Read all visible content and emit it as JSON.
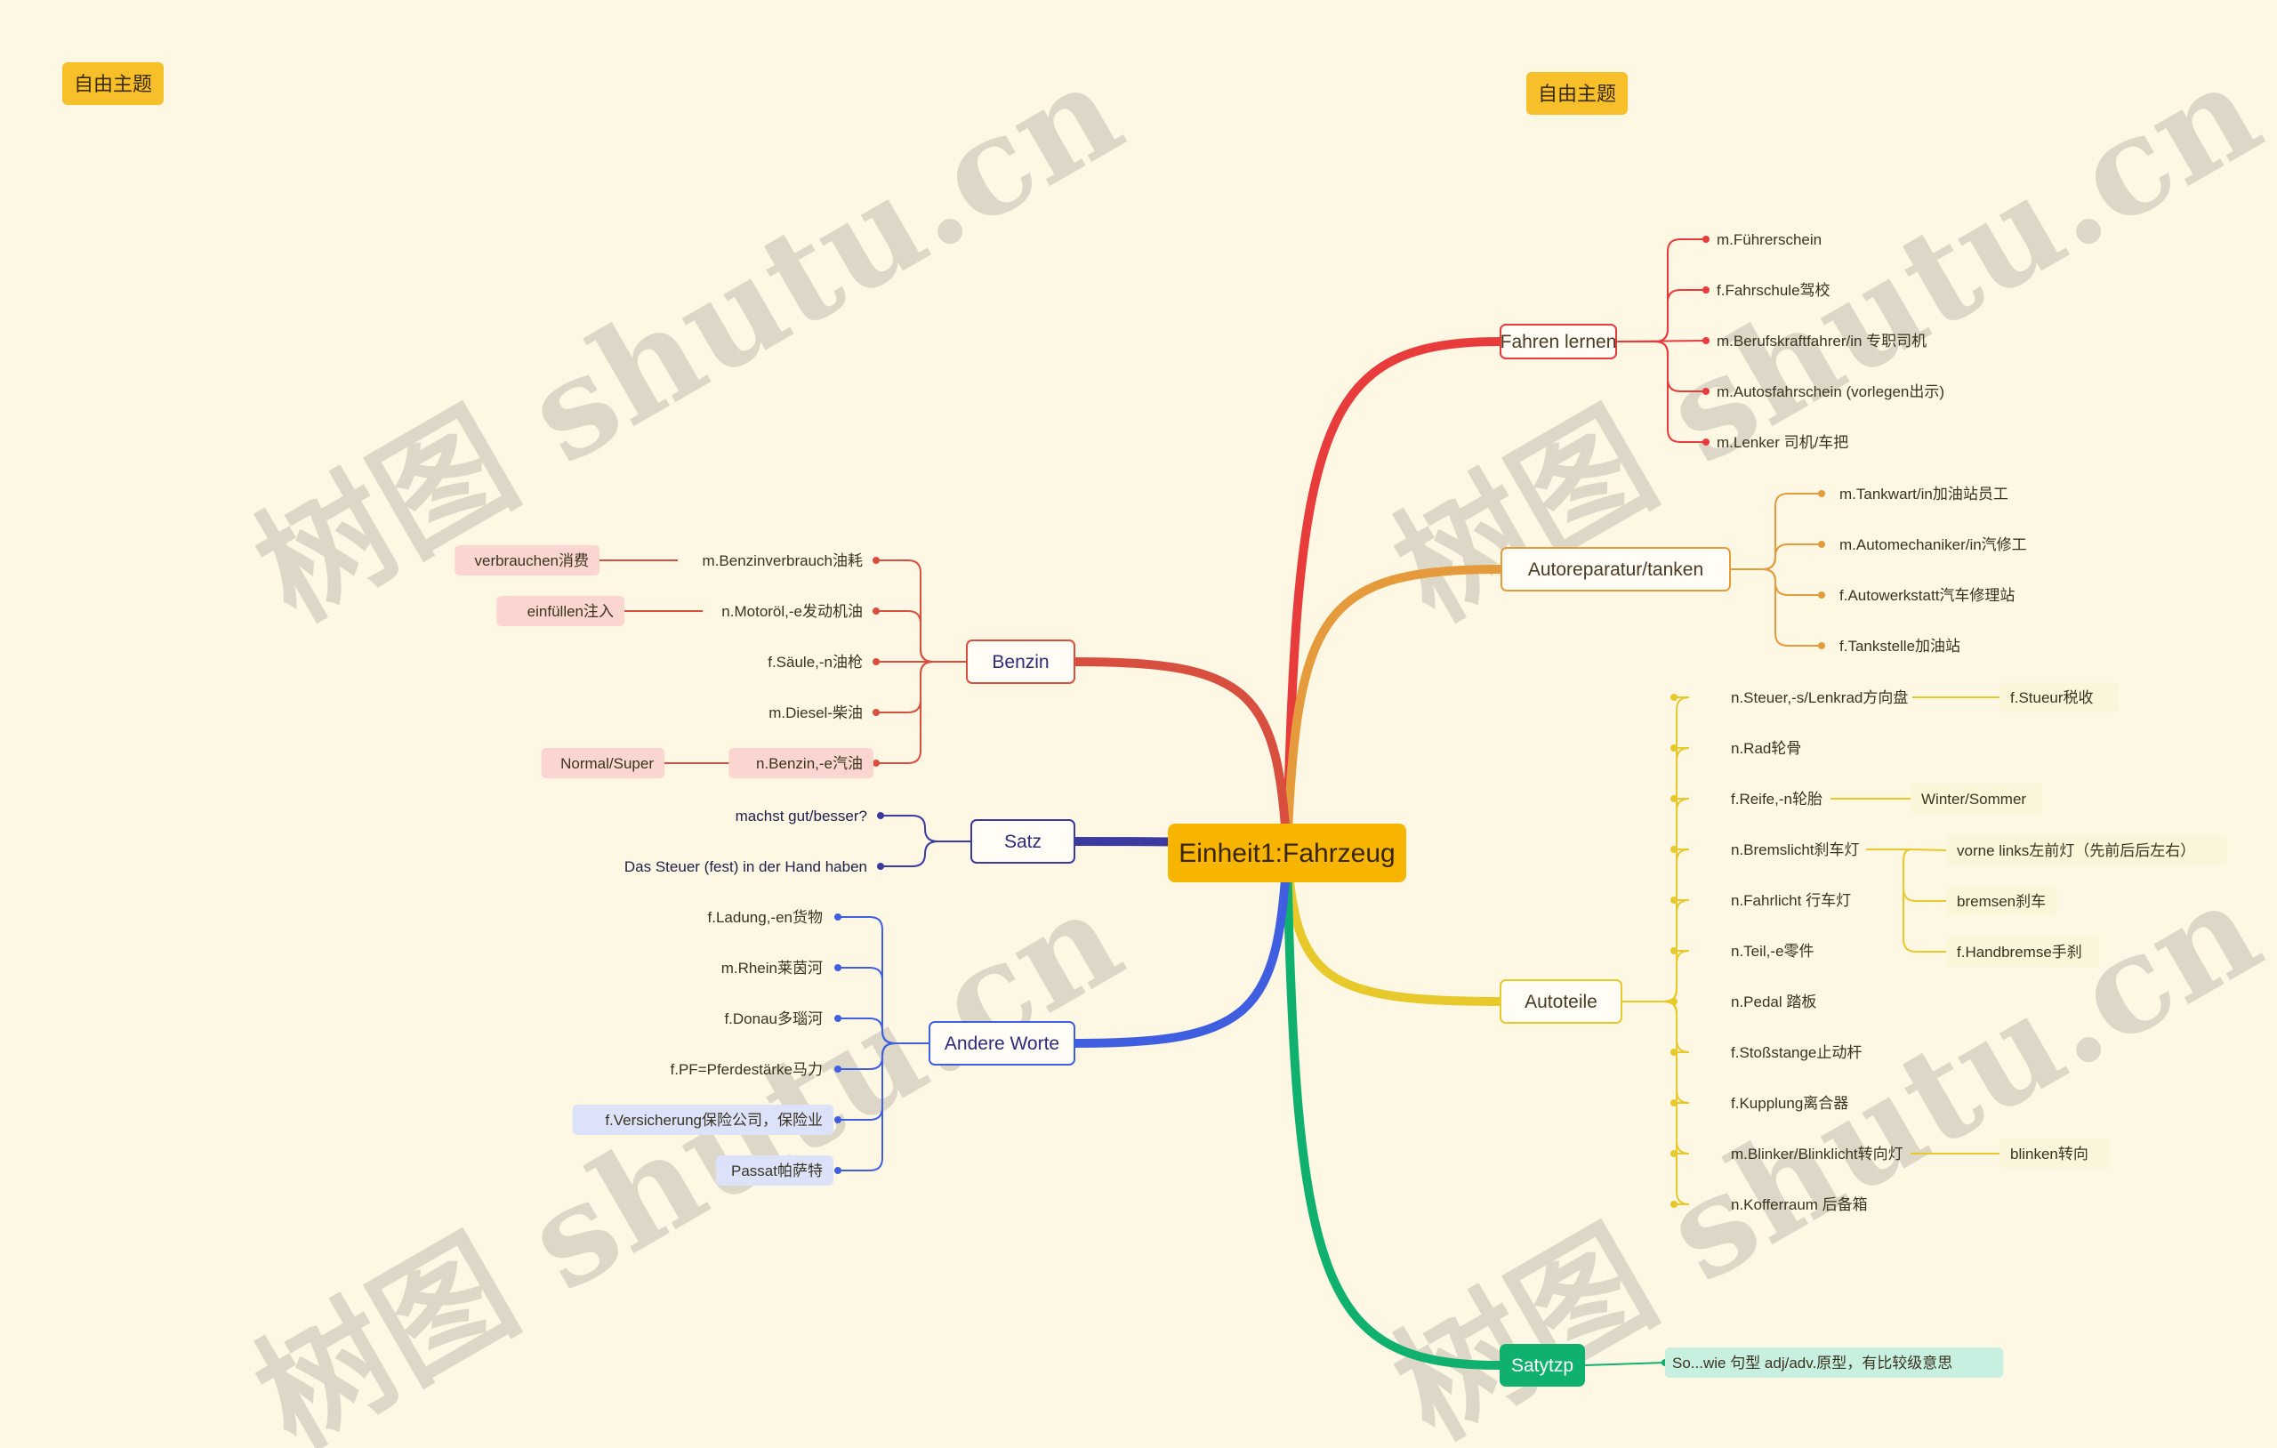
{
  "free_topics": [
    "自由主题",
    "自由主题"
  ],
  "watermark": "树图 shutu.cn",
  "central": {
    "label": "Einheit1:Fahrzeug",
    "color": "#f7b500"
  },
  "branches": [
    {
      "id": "fahren-lernen",
      "label": "Fahren lernen",
      "color": "#e83b3b",
      "side": "right",
      "children": [
        {
          "label": "m.Führerschein"
        },
        {
          "label": "f.Fahrschule驾校"
        },
        {
          "label": "m.Berufskraftfahrer/in 专职司机"
        },
        {
          "label": "m.Autosfahrschein (vorlegen出示)"
        },
        {
          "label": "m.Lenker 司机/车把"
        }
      ]
    },
    {
      "id": "autoreparatur",
      "label": "Autoreparatur/tanken",
      "color": "#e59a3c",
      "side": "right",
      "children": [
        {
          "label": "m.Tankwart/in加油站员工"
        },
        {
          "label": "m.Automechaniker/in汽修工"
        },
        {
          "label": "f.Autowerkstatt汽车修理站"
        },
        {
          "label": "f.Tankstelle加油站"
        }
      ]
    },
    {
      "id": "autoteile",
      "label": "Autoteile",
      "color": "#e8c92b",
      "side": "right",
      "children": [
        {
          "label": "n.Steuer,-s/Lenkrad方向盘",
          "children": [
            {
              "label": "f.Stueur税收"
            }
          ]
        },
        {
          "label": "n.Rad轮骨"
        },
        {
          "label": "f.Reife,-n轮胎",
          "children": [
            {
              "label": "Winter/Sommer"
            }
          ]
        },
        {
          "label": "n.Bremslicht刹车灯",
          "children": [
            {
              "label": "vorne links左前灯（先前后后左右）"
            },
            {
              "label": "bremsen刹车"
            },
            {
              "label": "f.Handbremse手刹"
            }
          ]
        },
        {
          "label": "n.Fahrlicht 行车灯"
        },
        {
          "label": "n.Teil,-e零件"
        },
        {
          "label": "n.Pedal 踏板"
        },
        {
          "label": "f.Stoßstange止动杆"
        },
        {
          "label": "f.Kupplung离合器"
        },
        {
          "label": "m.Blinker/Blinklicht转向灯",
          "children": [
            {
              "label": "blinken转向"
            }
          ]
        },
        {
          "label": "n.Kofferraum 后备箱"
        }
      ]
    },
    {
      "id": "satytzp",
      "label": "Satytzp",
      "color": "#10b16e",
      "side": "right",
      "children": [
        {
          "label": "So...wie 句型 adj/adv.原型，有比较级意思"
        }
      ]
    },
    {
      "id": "benzin",
      "label": "Benzin",
      "color": "#d94f3f",
      "side": "left",
      "children": [
        {
          "label": "m.Benzinverbrauch油耗",
          "children": [
            {
              "label": "verbrauchen消费"
            }
          ]
        },
        {
          "label": "n.Motoröl,-e发动机油",
          "children": [
            {
              "label": "einfüllen注入"
            }
          ]
        },
        {
          "label": "f.Säule,-n油枪"
        },
        {
          "label": "m.Diesel-柴油"
        },
        {
          "label": "n.Benzin,-e汽油",
          "children": [
            {
              "label": "Normal/Super"
            }
          ]
        }
      ]
    },
    {
      "id": "satz",
      "label": "Satz",
      "color": "#3a3aa0",
      "side": "left",
      "children": [
        {
          "label": "machst gut/besser?"
        },
        {
          "label": "Das Steuer (fest) in der Hand haben"
        }
      ]
    },
    {
      "id": "andere",
      "label": "Andere Worte",
      "color": "#3f5fe0",
      "side": "left",
      "children": [
        {
          "label": "f.Ladung,-en货物"
        },
        {
          "label": "m.Rhein莱茵河"
        },
        {
          "label": "f.Donau多瑙河"
        },
        {
          "label": "f.PF=Pferdestärke马力"
        },
        {
          "label": "f.Versicherung保险公司，保险业"
        },
        {
          "label": "Passat帕萨特"
        }
      ]
    }
  ]
}
